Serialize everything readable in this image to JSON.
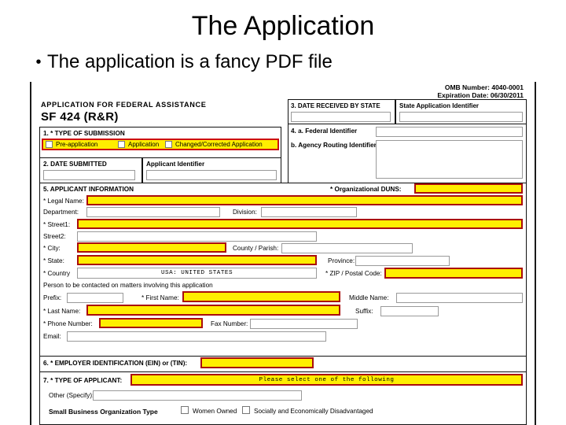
{
  "slide": {
    "title": "The Application",
    "bullet_glyph": "•",
    "bullet_text": "The application is a fancy PDF file"
  },
  "form": {
    "omb_number": "OMB Number: 4040-0001",
    "omb_expiration": "Expiration Date: 06/30/2011",
    "header_small": "APPLICATION FOR FEDERAL ASSISTANCE",
    "header_big": "SF 424 (R&R)",
    "section1_title": "1. * TYPE OF SUBMISSION",
    "submission_options": [
      "Pre-application",
      "Application",
      "Changed/Corrected Application"
    ],
    "date_submitted_label": "2. DATE SUBMITTED",
    "applicant_identifier_label": "Applicant Identifier",
    "date_received_label": "3. DATE RECEIVED BY STATE",
    "state_app_identifier_label": "State Application Identifier",
    "federal_identifier_label": "4. a. Federal Identifier",
    "agency_routing_label": "b. Agency Routing Identifier",
    "section5_title": "5. APPLICANT INFORMATION",
    "duns_label": "* Organizational DUNS:",
    "legal_name_label": "* Legal Name:",
    "department_label": "Department:",
    "division_label": "Division:",
    "street1_label": "* Street1:",
    "street2_label": "Street2:",
    "city_label": "* City:",
    "county_label": "County / Parish:",
    "state_label": "* State:",
    "province_label": "Province:",
    "country_label": "* Country",
    "country_value": "USA: UNITED STATES",
    "zip_label": "* ZIP / Postal Code:",
    "contact_note": "Person to be contacted on matters involving this application",
    "prefix_label": "Prefix:",
    "first_name_label": "* First Name:",
    "middle_name_label": "Middle Name:",
    "last_name_label": "* Last Name:",
    "suffix_label": "Suffix:",
    "phone_label": "* Phone Number:",
    "fax_label": "Fax Number:",
    "email_label": "Email:",
    "section6_title": "6. * EMPLOYER IDENTIFICATION (EIN) or (TIN):",
    "section7_title": "7. * TYPE OF APPLICANT:",
    "type_applicant_value": "Please select one of the following",
    "other_specify_label": "Other (Specify):",
    "small_business_label": "Small Business Organization Type",
    "women_owned_label": "Women Owned",
    "disadvantaged_label": "Socially and Economically Disadvantaged"
  },
  "colors": {
    "required_fill": "#ffee00",
    "required_border": "#aa0d0d",
    "rule": "#111111",
    "field_border": "#9a9a9a"
  }
}
